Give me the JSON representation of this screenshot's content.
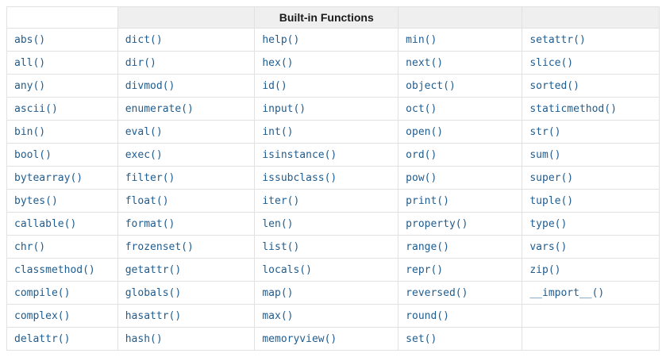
{
  "table": {
    "title": "Built-in Functions",
    "columns": [
      [
        "abs()",
        "all()",
        "any()",
        "ascii()",
        "bin()",
        "bool()",
        "bytearray()",
        "bytes()",
        "callable()",
        "chr()",
        "classmethod()",
        "compile()",
        "complex()",
        "delattr()"
      ],
      [
        "dict()",
        "dir()",
        "divmod()",
        "enumerate()",
        "eval()",
        "exec()",
        "filter()",
        "float()",
        "format()",
        "frozenset()",
        "getattr()",
        "globals()",
        "hasattr()",
        "hash()"
      ],
      [
        "help()",
        "hex()",
        "id()",
        "input()",
        "int()",
        "isinstance()",
        "issubclass()",
        "iter()",
        "len()",
        "list()",
        "locals()",
        "map()",
        "max()",
        "memoryview()"
      ],
      [
        "min()",
        "next()",
        "object()",
        "oct()",
        "open()",
        "ord()",
        "pow()",
        "print()",
        "property()",
        "range()",
        "repr()",
        "reversed()",
        "round()",
        "set()"
      ],
      [
        "setattr()",
        "slice()",
        "sorted()",
        "staticmethod()",
        "str()",
        "sum()",
        "super()",
        "tuple()",
        "type()",
        "vars()",
        "zip()",
        "__import__()",
        "",
        ""
      ]
    ]
  },
  "colors": {
    "link": "#1f5c8f",
    "header_background": "#efefef",
    "border": "#e1e1e1",
    "title_text": "#1a1a1a"
  }
}
